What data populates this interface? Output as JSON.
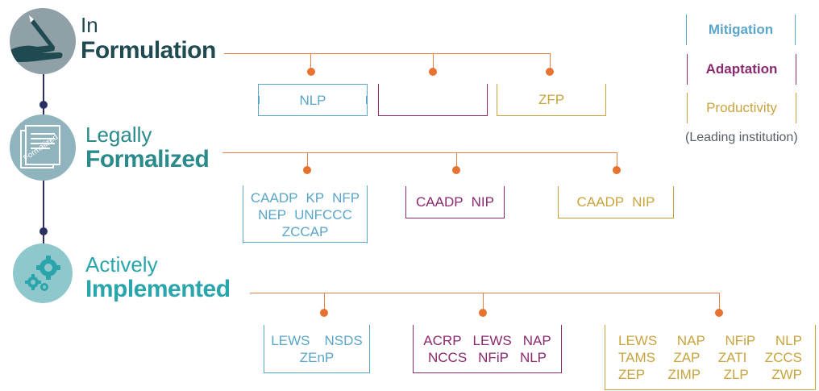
{
  "colors": {
    "mitigation": "#5aa6c8",
    "adaptation": "#8a2a6f",
    "productivity": "#c9a43c",
    "connector": "#e8804a",
    "timeline": "#2b3064"
  },
  "legend": {
    "mitigation": "Mitigation",
    "adaptation": "Adaptation",
    "productivity": "Productivity",
    "note": "(Leading institution)"
  },
  "stages": {
    "formulation": {
      "line1": "In",
      "line2": "Formulation",
      "icon": "pen-hand-icon",
      "mitigation": [
        [
          "NLP"
        ]
      ],
      "adaptation": [
        []
      ],
      "productivity": [
        [
          "ZFP"
        ]
      ]
    },
    "formalized": {
      "line1": "Legally",
      "line2": "Formalized",
      "icon": "document-stamp-icon",
      "icon_text": "Formalized",
      "mitigation": [
        [
          "CAADP",
          "KP",
          "NFP"
        ],
        [
          "NEP",
          "UNFCCC"
        ],
        [
          "ZCCAP"
        ]
      ],
      "adaptation": [
        [
          "CAADP",
          "NIP"
        ]
      ],
      "productivity": [
        [
          "CAADP",
          "NIP"
        ]
      ]
    },
    "implemented": {
      "line1": "Actively",
      "line2": "Implemented",
      "icon": "gears-icon",
      "mitigation": [
        [
          "LEWS",
          "NSDS"
        ],
        [
          "ZEnP"
        ]
      ],
      "adaptation": [
        [
          "ACRP",
          "LEWS",
          "NAP"
        ],
        [
          "NCCS",
          "NFiP",
          "NLP"
        ]
      ],
      "productivity": [
        [
          "LEWS",
          "NAP",
          "NFiP",
          "NLP"
        ],
        [
          "TAMS",
          "ZAP",
          "ZATI",
          "ZCCS"
        ],
        [
          "ZEP",
          "ZIMP",
          "ZLP",
          "ZWP"
        ]
      ]
    }
  }
}
